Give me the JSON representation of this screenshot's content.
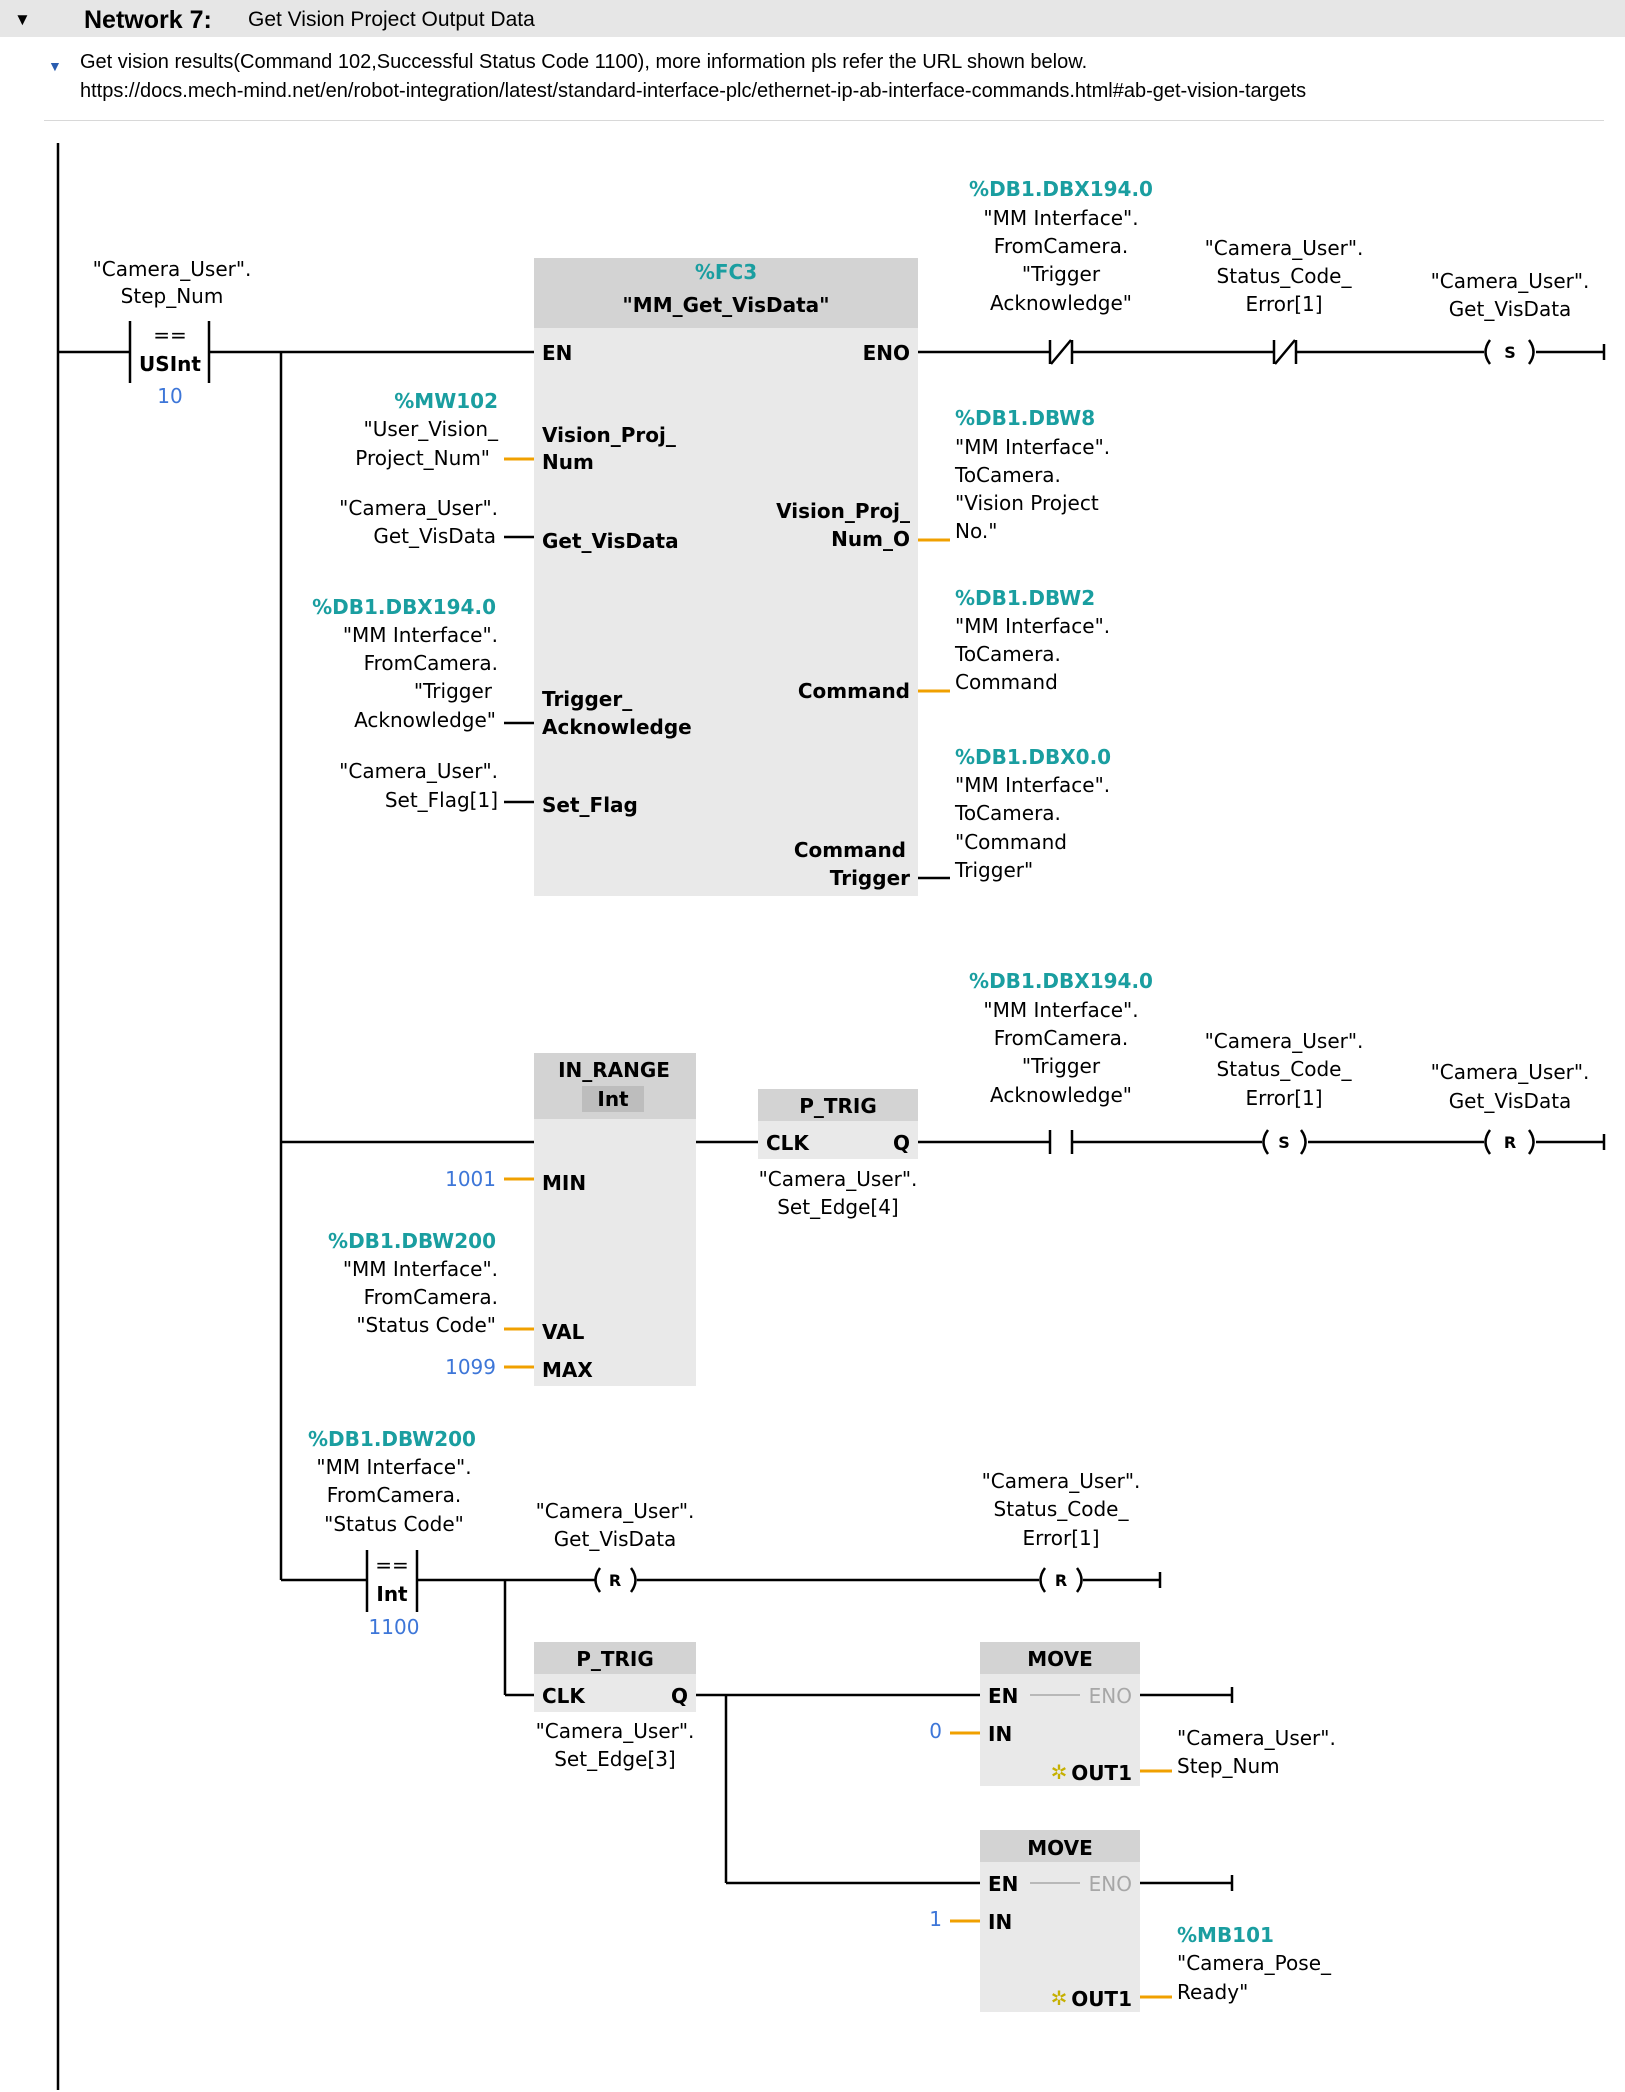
{
  "network": {
    "toggle_icon": "collapse-triangle",
    "title": "Network 7:",
    "name": "Get Vision Project Output Data",
    "comment_line1": "Get vision results(Command 102,Successful Status Code 1100), more information pls refer the URL shown below.",
    "comment_line2": "https://docs.mech-mind.net/en/robot-integration/latest/standard-interface-plc/ethernet-ip-ab-interface-commands.html#ab-get-vision-targets"
  },
  "colors": {
    "address": "#1a9ea0",
    "constant": "#3d76d8",
    "wire": "#f0a000",
    "box": "#e9e9e9",
    "box_header": "#d3d3d3"
  },
  "rung1": {
    "cmp": {
      "op": "==",
      "type": "USInt",
      "tag_l1": "\"Camera_User\".",
      "tag_l2": "Step_Num",
      "value": "10"
    },
    "fc": {
      "address": "%FC3",
      "name": "\"MM_Get_VisData\"",
      "pins": {
        "en": "EN",
        "eno": "ENO",
        "vpn_1": "Vision_Proj_",
        "vpn_2": "Num",
        "getvis": "Get_VisData",
        "trig_1": "Trigger_",
        "trig_2": "Acknowledge",
        "setflag": "Set_Flag",
        "vpo_1": "Vision_Proj_",
        "vpo_2": "Num_O",
        "command": "Command",
        "ct_1": "Command",
        "ct_2": "Trigger"
      },
      "in_vpn": {
        "address": "%MW102",
        "l1": "\"User_Vision_",
        "l2": "Project_Num\""
      },
      "in_getvis": {
        "l1": "\"Camera_User\".",
        "l2": "Get_VisData"
      },
      "in_trig": {
        "address": "%DB1.DBX194.0",
        "l1": "\"MM Interface\".",
        "l2": "FromCamera.",
        "l3": "\"Trigger",
        "l4": "Acknowledge\""
      },
      "in_setflag": {
        "l1": "\"Camera_User\".",
        "l2": "Set_Flag[1]"
      },
      "out_vpo": {
        "address": "%DB1.DBW8",
        "l1": "\"MM Interface\".",
        "l2": "ToCamera.",
        "l3": "\"Vision Project",
        "l4": "No.\""
      },
      "out_cmd": {
        "address": "%DB1.DBW2",
        "l1": "\"MM Interface\".",
        "l2": "ToCamera.",
        "l3": "Command"
      },
      "out_ct": {
        "address": "%DB1.DBX0.0",
        "l1": "\"MM Interface\".",
        "l2": "ToCamera.",
        "l3": "\"Command",
        "l4": "Trigger\""
      }
    },
    "nc1": {
      "address": "%DB1.DBX194.0",
      "l1": "\"MM Interface\".",
      "l2": "FromCamera.",
      "l3": "\"Trigger",
      "l4": "Acknowledge\""
    },
    "nc2": {
      "l1": "\"Camera_User\".",
      "l2": "Status_Code_",
      "l3": "Error[1]"
    },
    "coil": {
      "type": "S",
      "l1": "\"Camera_User\".",
      "l2": "Get_VisData"
    }
  },
  "rung2": {
    "inrange": {
      "name": "IN_RANGE",
      "type": "Int",
      "pin_min": "MIN",
      "pin_val": "VAL",
      "pin_max": "MAX",
      "min": "1001",
      "max": "1099",
      "val": {
        "address": "%DB1.DBW200",
        "l1": "\"MM Interface\".",
        "l2": "FromCamera.",
        "l3": "\"Status Code\""
      }
    },
    "ptrig": {
      "name": "P_TRIG",
      "pin_clk": "CLK",
      "pin_q": "Q",
      "l1": "\"Camera_User\".",
      "l2": "Set_Edge[4]"
    },
    "no1": {
      "address": "%DB1.DBX194.0",
      "l1": "\"MM Interface\".",
      "l2": "FromCamera.",
      "l3": "\"Trigger",
      "l4": "Acknowledge\""
    },
    "coil_s": {
      "type": "S",
      "l1": "\"Camera_User\".",
      "l2": "Status_Code_",
      "l3": "Error[1]"
    },
    "coil_r": {
      "type": "R",
      "l1": "\"Camera_User\".",
      "l2": "Get_VisData"
    }
  },
  "rung3": {
    "cmp": {
      "op": "==",
      "type": "Int",
      "address": "%DB1.DBW200",
      "l1": "\"MM Interface\".",
      "l2": "FromCamera.",
      "l3": "\"Status Code\"",
      "value": "1100"
    },
    "coil_r1": {
      "type": "R",
      "l1": "\"Camera_User\".",
      "l2": "Get_VisData"
    },
    "coil_r2": {
      "type": "R",
      "l1": "\"Camera_User\".",
      "l2": "Status_Code_",
      "l3": "Error[1]"
    },
    "ptrig": {
      "name": "P_TRIG",
      "pin_clk": "CLK",
      "pin_q": "Q",
      "l1": "\"Camera_User\".",
      "l2": "Set_Edge[3]"
    },
    "move1": {
      "name": "MOVE",
      "pin_en": "EN",
      "pin_eno": "ENO",
      "pin_in": "IN",
      "pin_out": "OUT1",
      "star": "✲",
      "in": "0",
      "out_l1": "\"Camera_User\".",
      "out_l2": "Step_Num"
    },
    "move2": {
      "name": "MOVE",
      "pin_en": "EN",
      "pin_eno": "ENO",
      "pin_in": "IN",
      "pin_out": "OUT1",
      "star": "✲",
      "in": "1",
      "out_address": "%MB101",
      "out_l1": "\"Camera_Pose_",
      "out_l2": "Ready\""
    }
  }
}
